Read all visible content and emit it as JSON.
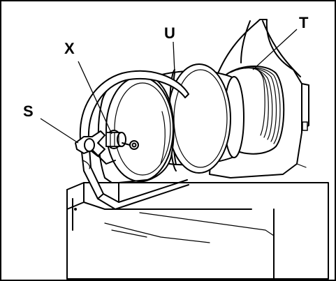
{
  "figure": {
    "colors": {
      "ink": "#000000",
      "paper": "#ffffff"
    },
    "callouts": [
      {
        "id": "S",
        "label": "S"
      },
      {
        "id": "X",
        "label": "X"
      },
      {
        "id": "U",
        "label": "U"
      },
      {
        "id": "T",
        "label": "T"
      }
    ]
  }
}
